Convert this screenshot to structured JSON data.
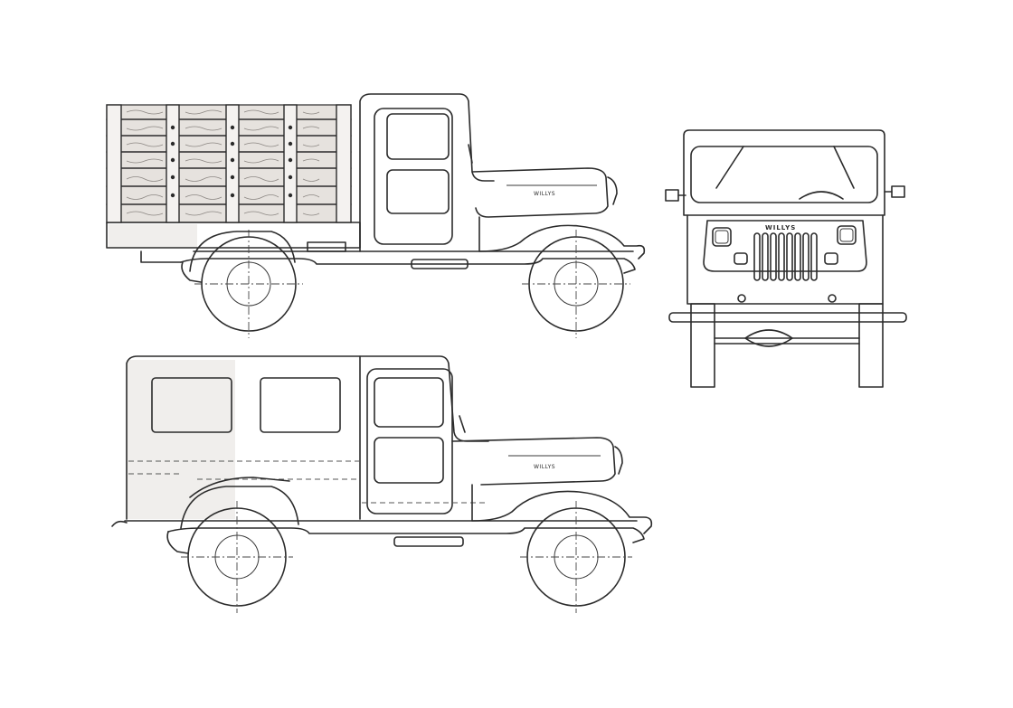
{
  "drawing": {
    "views": [
      {
        "id": "pickup-side",
        "kind": "side",
        "body": "stake-bed pickup",
        "hood_badge": "WILLYS"
      },
      {
        "id": "front",
        "kind": "front",
        "grille_badge": "WILLYS"
      },
      {
        "id": "wagon-side",
        "kind": "side",
        "body": "station wagon",
        "hood_badge": "WILLYS"
      }
    ],
    "line_color": "#2b2b2b",
    "wood_color": "#e6e2de",
    "background": "#ffffff"
  }
}
